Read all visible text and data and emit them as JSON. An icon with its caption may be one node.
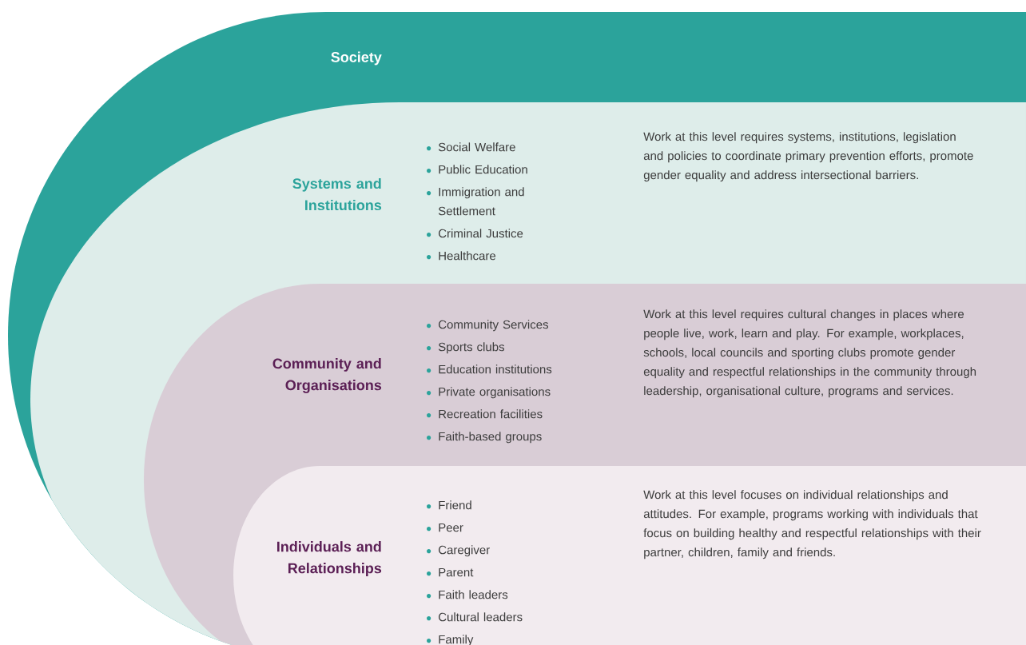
{
  "diagram": {
    "nodes": [
      {
        "text": [
          "Society"
        ]
      },
      {
        "text": [
          "Systems and Institutions",
          "Social Welfare",
          "Public Education",
          "Immigration and Settlement",
          "Criminal Justice",
          "Healthcare",
          "Work at this level requires systems, institutions, legislation and policies to coordinate primary prevention efforts, promote gender equality and address intersectional barriers."
        ],
        "in": 0
      },
      {
        "text": [
          "Community and Organisations",
          "Community Services",
          "Sports clubs",
          "Education institutions",
          "Private organisations",
          "Recreation facilities",
          "Faith-based groups",
          "Work at this level requires cultural changes in places where people live, work, learn and play. For example, workplaces, schools, local councils and sporting clubs promote gender equality and respectful relationships in the community through leadership, organisational culture, programs and services."
        ],
        "in": 1
      },
      {
        "text": [
          "Individuals and Relationships",
          "Friend",
          "Peer",
          "Caregiver",
          "Parent",
          "Faith leaders",
          "Cultural leaders",
          "Family",
          "Work at this level focuses on individual relationships and attitudes. For example, programs working with individuals that focus on building healthy and respectful relationships with their partner, children, family and friends."
        ],
        "in": 2
      }
    ]
  }
}
